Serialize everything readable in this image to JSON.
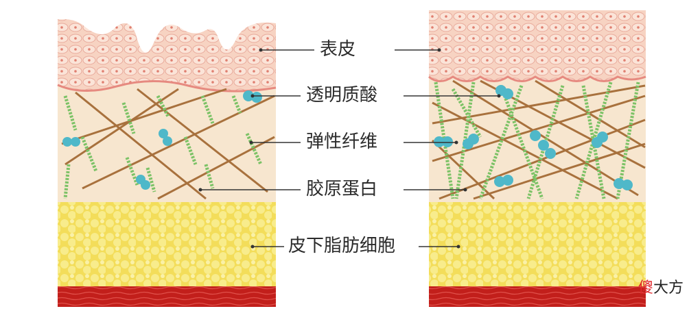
{
  "labels": {
    "epidermis": "表皮",
    "hyaluronic_acid": "透明质酸",
    "elastic_fiber": "弹性纤维",
    "collagen": "胶原蛋白",
    "subcutaneous_fat": "皮下脂肪细胞"
  },
  "watermark": {
    "first": "傻",
    "rest": "大方"
  },
  "colors": {
    "epidermis": "#f6c9b6",
    "dermis": "#f7e6cf",
    "fat": "#f5e36a",
    "muscle": "#c8231e",
    "elastin": "#7cc266",
    "collagen": "#a8713d",
    "hyaluronic": "#4fb8c9"
  }
}
